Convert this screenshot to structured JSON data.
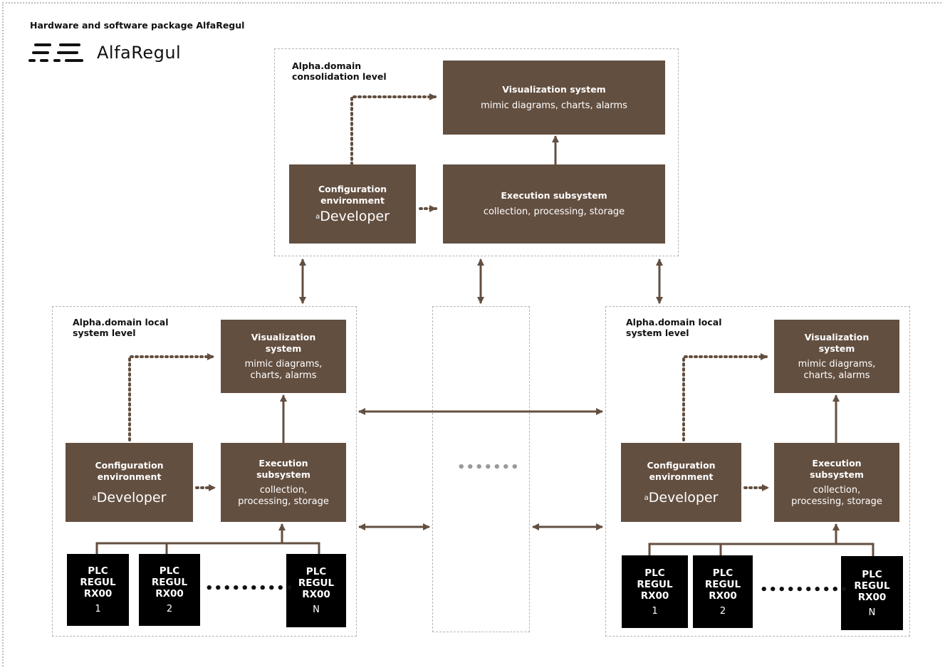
{
  "header": {
    "title": "Hardware and software package AlfaRegul",
    "logo_text": "AlfaRegul"
  },
  "consolidation": {
    "label_line1": "Alpha.domain",
    "label_line2": "consolidation level",
    "visualization": {
      "title": "Visualization system",
      "subtitle": "mimic diagrams, charts, alarms"
    },
    "configuration": {
      "title_line1": "Configuration",
      "title_line2": "environment",
      "product_sup": "a",
      "product": "Developer"
    },
    "execution": {
      "title": "Execution subsystem",
      "subtitle": "collection, processing, storage"
    }
  },
  "local_left": {
    "label_line1": "Alpha.domain local",
    "label_line2": "system level",
    "visualization": {
      "title_line1": "Visualization",
      "title_line2": "system",
      "subtitle_line1": "mimic diagrams,",
      "subtitle_line2": "charts, alarms"
    },
    "configuration": {
      "title_line1": "Configuration",
      "title_line2": "environment",
      "product_sup": "a",
      "product": "Developer"
    },
    "execution": {
      "title_line1": "Execution",
      "title_line2": "subsystem",
      "subtitle_line1": "collection,",
      "subtitle_line2": "processing, storage"
    },
    "plcs": [
      {
        "l1": "PLC",
        "l2": "REGUL",
        "l3": "RX00",
        "num": "1"
      },
      {
        "l1": "PLC",
        "l2": "REGUL",
        "l3": "RX00",
        "num": "2"
      },
      {
        "l1": "PLC",
        "l2": "REGUL",
        "l3": "RX00",
        "num": "N"
      }
    ],
    "ellipsis": "••••••••••"
  },
  "local_right": {
    "label_line1": "Alpha.domain local",
    "label_line2": "system level",
    "visualization": {
      "title_line1": "Visualization",
      "title_line2": "system",
      "subtitle_line1": "mimic diagrams,",
      "subtitle_line2": "charts, alarms"
    },
    "configuration": {
      "title_line1": "Configuration",
      "title_line2": "environment",
      "product_sup": "a",
      "product": "Developer"
    },
    "execution": {
      "title_line1": "Execution",
      "title_line2": "subsystem",
      "subtitle_line1": "collection,",
      "subtitle_line2": "processing, storage"
    },
    "plcs": [
      {
        "l1": "PLC",
        "l2": "REGUL",
        "l3": "RX00",
        "num": "1"
      },
      {
        "l1": "PLC",
        "l2": "REGUL",
        "l3": "RX00",
        "num": "2"
      },
      {
        "l1": "PLC",
        "l2": "REGUL",
        "l3": "RX00",
        "num": "N"
      }
    ],
    "ellipsis": "••••••••••"
  },
  "middle": {
    "ellipsis": "•••••••"
  },
  "colors": {
    "box": "#634f40",
    "plc": "#000000",
    "dash": "#b5b5b5",
    "arrow": "#634f40"
  }
}
